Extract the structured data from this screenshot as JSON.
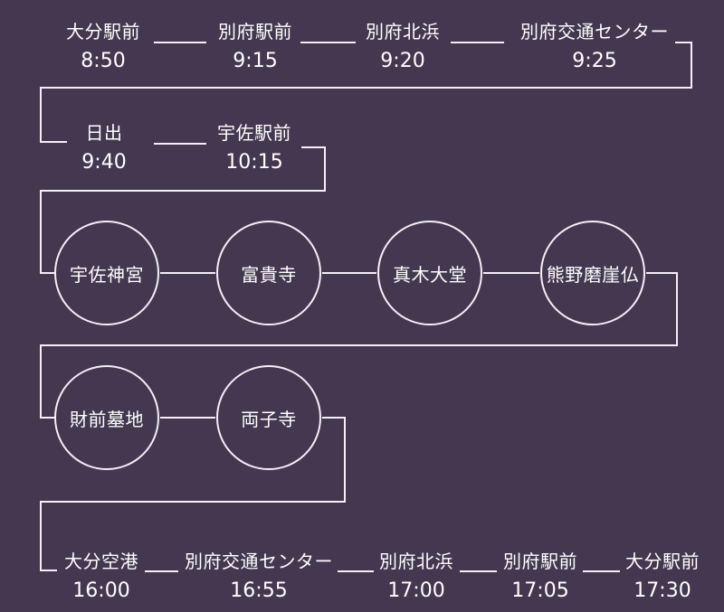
{
  "colors": {
    "background": "#433850",
    "line": "#f3f0f7",
    "text": "#ffffff"
  },
  "outbound": {
    "row1": [
      {
        "name": "大分駅前",
        "time": "8:50"
      },
      {
        "name": "別府駅前",
        "time": "9:15"
      },
      {
        "name": "別府北浜",
        "time": "9:20"
      },
      {
        "name": "別府交通センター",
        "time": "9:25"
      }
    ],
    "row2": [
      {
        "name": "日出",
        "time": "9:40"
      },
      {
        "name": "宇佐駅前",
        "time": "10:15"
      }
    ]
  },
  "spots": {
    "row1": [
      "宇佐神宮",
      "富貴寺",
      "真木大堂",
      "熊野磨崖仏"
    ],
    "row2": [
      "財前墓地",
      "両子寺"
    ]
  },
  "return": {
    "row": [
      {
        "name": "大分空港",
        "time": "16:00"
      },
      {
        "name": "別府交通センター",
        "time": "16:55"
      },
      {
        "name": "別府北浜",
        "time": "17:00"
      },
      {
        "name": "別府駅前",
        "time": "17:05"
      },
      {
        "name": "大分駅前",
        "time": "17:30"
      }
    ]
  }
}
